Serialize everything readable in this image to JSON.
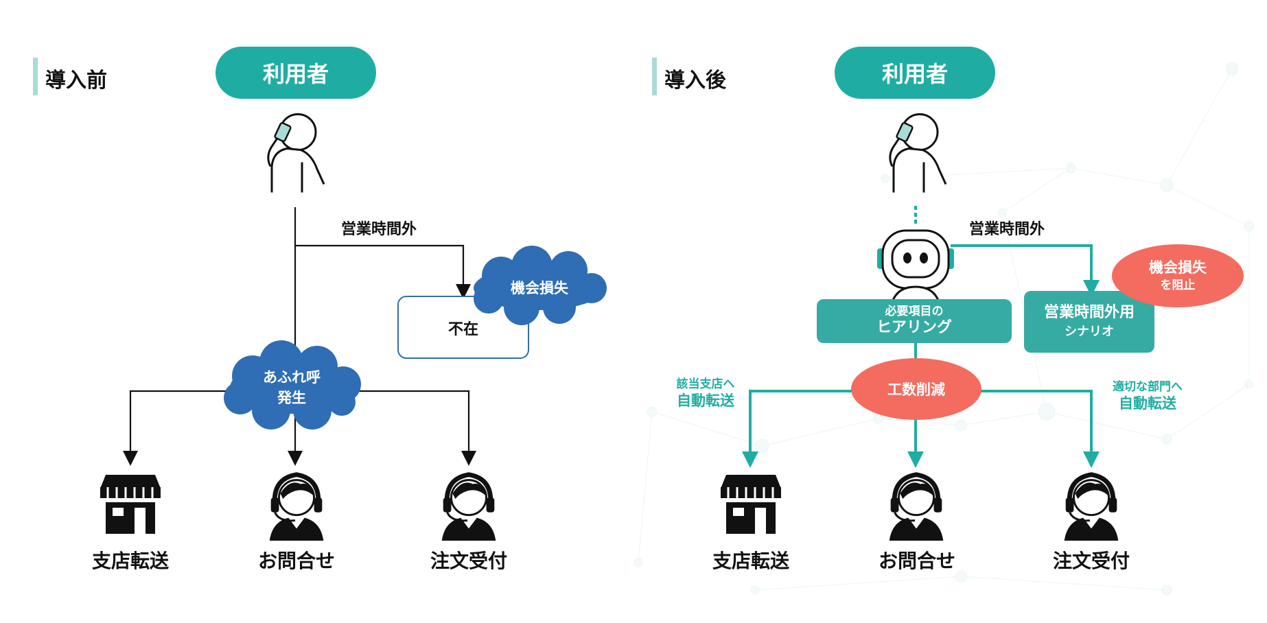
{
  "before": {
    "title": "導入前",
    "user_pill": "利用者",
    "after_hours_label": "営業時間外",
    "absent_box": "不在",
    "opportunity_loss_cloud": "機会損失",
    "overflow_cloud_line1": "あふれ呼",
    "overflow_cloud_line2": "発生",
    "destinations": [
      "支店転送",
      "お問合せ",
      "注文受付"
    ]
  },
  "after": {
    "title": "導入後",
    "user_pill": "利用者",
    "after_hours_label": "営業時間外",
    "hearing_box_line1": "必要項目の",
    "hearing_box_line2": "ヒアリング",
    "scenario_box_line1": "営業時間外用",
    "scenario_box_line2": "シナリオ",
    "prevent_loss_line1": "機会損失",
    "prevent_loss_line2": "を阻止",
    "reduce_work": "工数削減",
    "left_note_line1": "該当支店へ",
    "left_note_line2": "自動転送",
    "right_note_line1": "適切な部門へ",
    "right_note_line2": "自動転送",
    "destinations": [
      "支店転送",
      "お問合せ",
      "注文受付"
    ]
  },
  "colors": {
    "teal": "#1fada3",
    "teal_box": "#35aba3",
    "cloud_blue": "#2f6db5",
    "coral": "#f46b5f",
    "accent_bar": "#a9dcd7"
  },
  "icons": [
    "person-on-phone-icon",
    "robot-icon",
    "storefront-icon",
    "operator-headset-icon"
  ]
}
